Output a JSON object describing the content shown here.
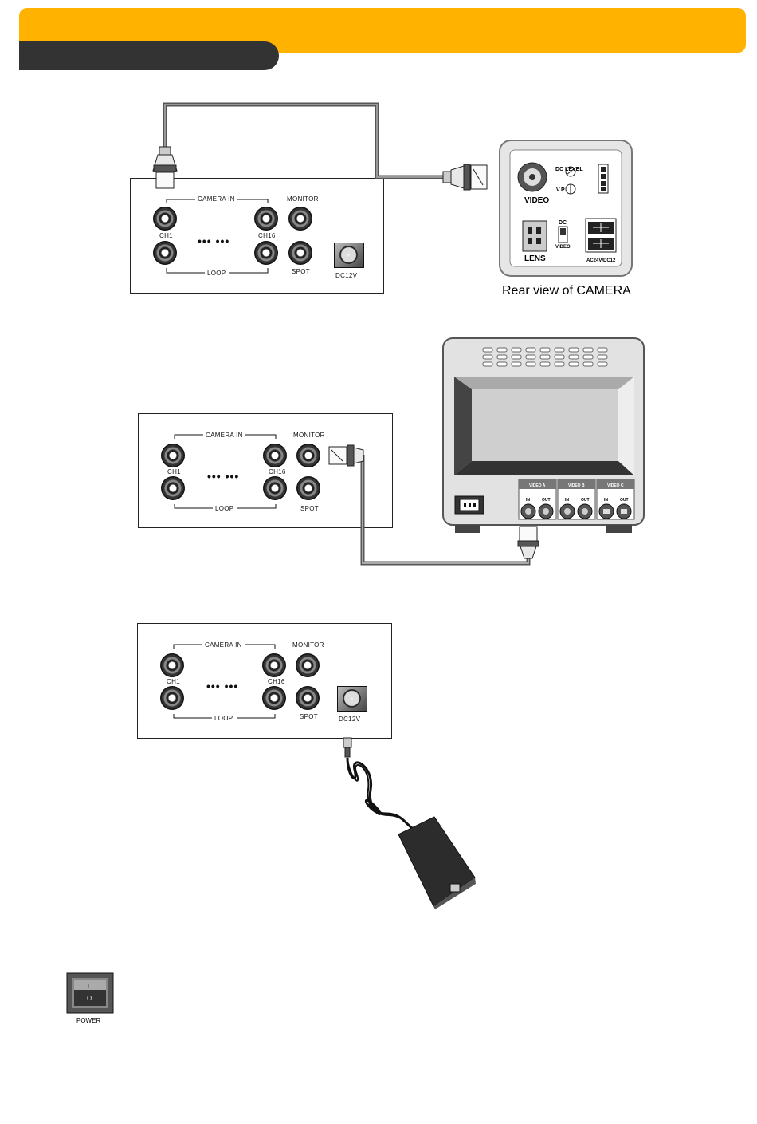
{
  "colors": {
    "header_accent": "#ffb300",
    "header_tab": "#333333"
  },
  "panel_labels": {
    "camera_in": "CAMERA IN",
    "monitor": "MONITOR",
    "ch1": "CH1",
    "ch16": "CH16",
    "dots": "•••  •••",
    "loop": "LOOP",
    "spot": "SPOT",
    "dc12v": "DC12V"
  },
  "camera": {
    "video": "VIDEO",
    "dc_level": "DC LEVEL",
    "vp": "V.P",
    "lens": "LENS",
    "dc": "DC",
    "video_small": "VIDEO",
    "power": "AC24V/DC12",
    "caption": "Rear view of CAMERA"
  },
  "monitor_unit": {
    "video_a": "VIDEO A",
    "video_b": "VIDEO B",
    "video_c": "VIDEO C",
    "in": "IN",
    "out": "OUT"
  },
  "power_switch": {
    "label": "POWER",
    "on": "I",
    "off": "O"
  }
}
